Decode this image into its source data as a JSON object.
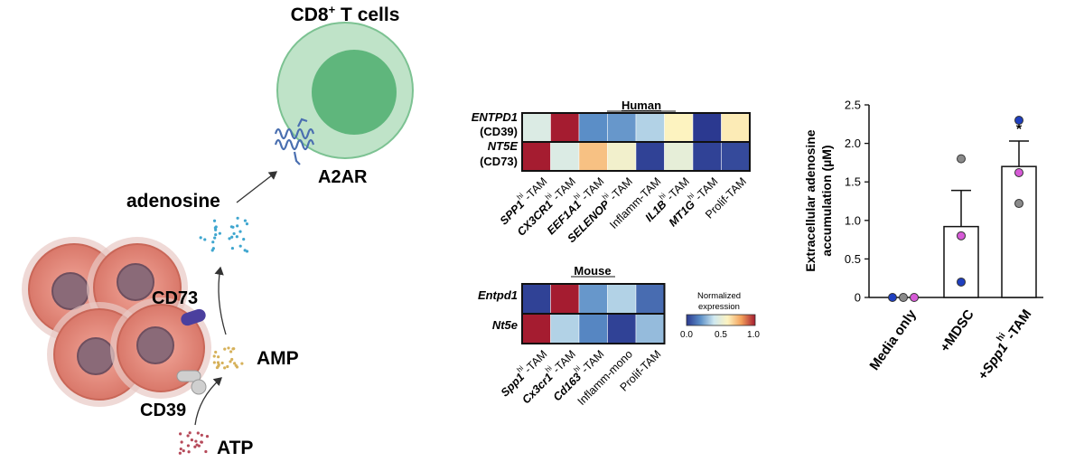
{
  "schematic": {
    "cell_title": "CD8",
    "cell_title_sup": "+",
    "cell_title_rest": " T cells",
    "receptor": "A2AR",
    "adenosine": "adenosine",
    "cd73": "CD73",
    "amp": "AMP",
    "cd39": "CD39",
    "atp": "ATP"
  },
  "human_heatmap": {
    "title": "Human",
    "rows": [
      {
        "line1": "ENTPD1",
        "line2": "(CD39)"
      },
      {
        "line1": "NT5E",
        "line2": "(CD73)"
      }
    ],
    "columns": [
      {
        "gene": "SPP1",
        "sup": "hi",
        "suffix": "-TAM"
      },
      {
        "gene": "CX3CR1",
        "sup": "hi",
        "suffix": "-TAM"
      },
      {
        "gene": "EEF1A1",
        "sup": "hi",
        "suffix": "-TAM"
      },
      {
        "gene": "SELENOP",
        "sup": "hi",
        "suffix": "-TAM"
      },
      {
        "gene": "",
        "sup": "",
        "suffix": "Inflamm-TAM"
      },
      {
        "gene": "IL1B",
        "sup": "hi",
        "suffix": "-TAM"
      },
      {
        "gene": "MT1G",
        "sup": "hi",
        "suffix": "-TAM"
      },
      {
        "gene": "",
        "sup": "",
        "suffix": "Prolif-TAM"
      }
    ],
    "values": [
      [
        0.45,
        1.0,
        0.2,
        0.22,
        0.35,
        0.6,
        0.0,
        0.62
      ],
      [
        1.0,
        0.45,
        0.72,
        0.55,
        0.02,
        0.5,
        0.02,
        0.04
      ]
    ]
  },
  "mouse_heatmap": {
    "title": "Mouse",
    "rows": [
      "Entpd1",
      "Nt5e"
    ],
    "columns": [
      {
        "gene": "Spp1",
        "sup": "hi",
        "suffix": "-TAM"
      },
      {
        "gene": "Cx3cr1",
        "sup": "hi",
        "suffix": "-TAM"
      },
      {
        "gene": "Cd163",
        "sup": "hi",
        "suffix": "-TAM"
      },
      {
        "gene": "",
        "sup": "",
        "suffix": "Inflamm-mono"
      },
      {
        "gene": "",
        "sup": "",
        "suffix": "Prolif-TAM"
      }
    ],
    "values": [
      [
        0.02,
        1.0,
        0.22,
        0.35,
        0.12
      ],
      [
        1.0,
        0.35,
        0.18,
        0.02,
        0.3
      ]
    ]
  },
  "colorbar": {
    "title_line1": "Normalized",
    "title_line2": "expression",
    "ticks": [
      "0.0",
      "0.5",
      "1.0"
    ],
    "colors": [
      "#2b3990",
      "#5b8ec7",
      "#cfe8f0",
      "#fdf3c0",
      "#f3a05a",
      "#a51c30"
    ]
  },
  "chart_data": {
    "type": "bar",
    "ylabel_line1": "Extracellular adenosine",
    "ylabel_line2": "accumulation (µM)",
    "ylim": [
      0,
      2.5
    ],
    "yticks": [
      "0",
      "0.5",
      "1.0",
      "1.5",
      "2.0",
      "2.5"
    ],
    "categories": [
      {
        "label": "Media only",
        "gene": "",
        "sup": ""
      },
      {
        "label": "+MDSC",
        "gene": "",
        "sup": ""
      },
      {
        "label": "-TAM",
        "gene": "+Spp1",
        "sup": "hi"
      }
    ],
    "values": [
      0.0,
      0.92,
      1.7
    ],
    "sem": [
      0.0,
      0.47,
      0.33
    ],
    "significance": [
      "",
      "",
      "*"
    ],
    "points": [
      [
        {
          "y": 0.0,
          "color": "#1f3fbf"
        },
        {
          "y": 0.0,
          "color": "#8a8a8a"
        },
        {
          "y": 0.0,
          "color": "#d65ad6"
        }
      ],
      [
        {
          "y": 1.8,
          "color": "#8a8a8a"
        },
        {
          "y": 0.8,
          "color": "#d65ad6"
        },
        {
          "y": 0.2,
          "color": "#1f3fbf"
        }
      ],
      [
        {
          "y": 2.3,
          "color": "#1f3fbf"
        },
        {
          "y": 1.62,
          "color": "#d65ad6"
        },
        {
          "y": 1.22,
          "color": "#8a8a8a"
        }
      ]
    ]
  }
}
